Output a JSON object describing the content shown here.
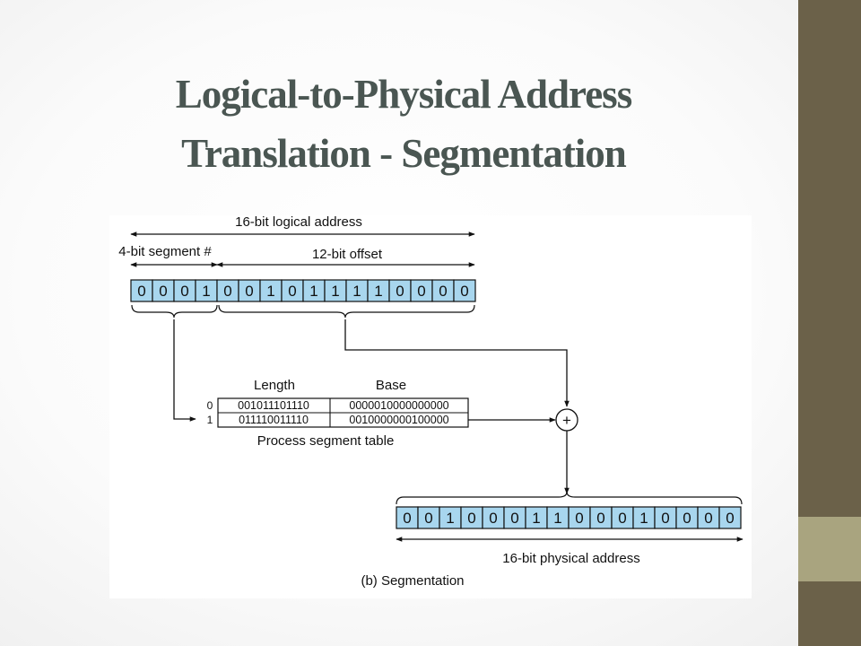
{
  "slide": {
    "title_line1": "Logical-to-Physical Address",
    "title_line2": "Translation - Segmentation"
  },
  "colors": {
    "band_dark": "#6b6149",
    "band_light": "#a9a47f",
    "title_text": "#4a5652",
    "bit_fill": "#a8d6ee"
  },
  "diagram": {
    "logical_address_label": "16-bit logical address",
    "segment_label": "4-bit segment #",
    "offset_label": "12-bit offset",
    "logical_bits": [
      "0",
      "0",
      "0",
      "1",
      "0",
      "0",
      "1",
      "0",
      "1",
      "1",
      "1",
      "1",
      "0",
      "0",
      "0",
      "0"
    ],
    "table": {
      "length_header": "Length",
      "base_header": "Base",
      "rows": [
        {
          "index": "0",
          "length": "001011101110",
          "base": "0000010000000000"
        },
        {
          "index": "1",
          "length": "011110011110",
          "base": "0010000000100000"
        }
      ],
      "caption": "Process segment table"
    },
    "adder_symbol": "+",
    "physical_bits": [
      "0",
      "0",
      "1",
      "0",
      "0",
      "0",
      "1",
      "1",
      "0",
      "0",
      "0",
      "1",
      "0",
      "0",
      "0",
      "0"
    ],
    "physical_address_label": "16-bit physical address",
    "caption": "(b) Segmentation"
  }
}
